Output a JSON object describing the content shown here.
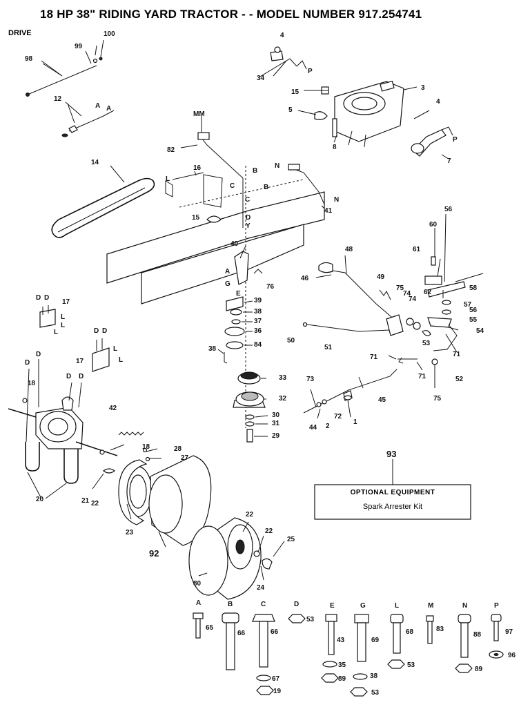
{
  "title": "18 HP 38\" RIDING YARD TRACTOR - - MODEL NUMBER 917.254741",
  "section": "DRIVE",
  "optional_box": {
    "ref": "93",
    "heading": "OPTIONAL EQUIPMENT",
    "item": "Spark Arrester Kit"
  },
  "callouts": [
    "100",
    "99",
    "98",
    "12",
    "A",
    "A",
    "4",
    "34",
    "P",
    "15",
    "3",
    "5",
    "8",
    "4",
    "P",
    "7",
    "MM",
    "82",
    "14",
    "16",
    "L",
    "C",
    "B",
    "N",
    "N",
    "41",
    "C",
    "B",
    "15",
    "D",
    "Y",
    "40",
    "48",
    "46",
    "56",
    "60",
    "61",
    "58",
    "62",
    "57",
    "56",
    "55",
    "54",
    "76",
    "A",
    "G",
    "E",
    "39",
    "38",
    "37",
    "36",
    "38",
    "84",
    "49",
    "75",
    "74",
    "74",
    "53",
    "50",
    "51",
    "71",
    "71",
    "71",
    "52",
    "75",
    "D",
    "D",
    "17",
    "L",
    "L",
    "L",
    "D",
    "D",
    "17",
    "L",
    "L",
    "33",
    "32",
    "30",
    "31",
    "29",
    "73",
    "44",
    "2",
    "72",
    "1",
    "45",
    "D",
    "D",
    "18",
    "D",
    "D",
    "42",
    "28",
    "27",
    "18",
    "20",
    "21",
    "22",
    "23",
    "92",
    "22",
    "22",
    "25",
    "24",
    "80",
    "93"
  ],
  "hardware": [
    {
      "letter": "A",
      "parts": [
        "65"
      ]
    },
    {
      "letter": "B",
      "parts": [
        "66"
      ]
    },
    {
      "letter": "C",
      "parts": [
        "66",
        "67",
        "19"
      ]
    },
    {
      "letter": "D",
      "parts": [
        "53"
      ]
    },
    {
      "letter": "E",
      "parts": [
        "43",
        "35",
        "89"
      ]
    },
    {
      "letter": "G",
      "parts": [
        "69",
        "38",
        "53"
      ]
    },
    {
      "letter": "L",
      "parts": [
        "68",
        "53"
      ]
    },
    {
      "letter": "M",
      "parts": [
        "83"
      ]
    },
    {
      "letter": "N",
      "parts": [
        "88",
        "89"
      ]
    },
    {
      "letter": "P",
      "parts": [
        "97",
        "96"
      ]
    }
  ]
}
